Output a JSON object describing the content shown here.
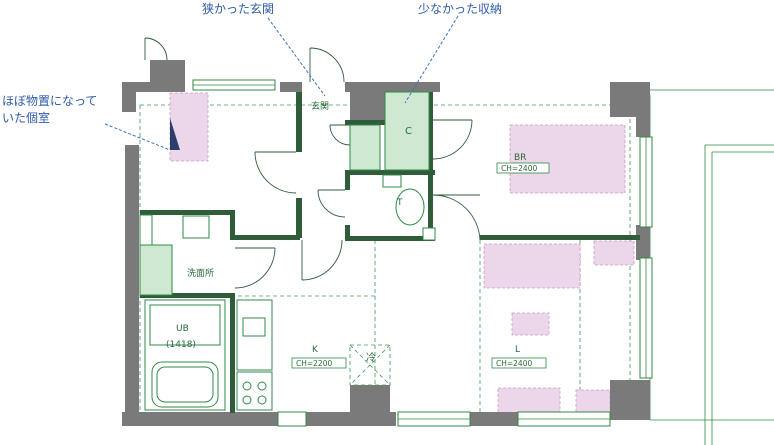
{
  "annotations": {
    "narrow_entrance": "狭かった玄関",
    "small_storage": "少なかった収納",
    "private_room_line1": "ほぼ物置になって",
    "private_room_line2": "いた個室"
  },
  "rooms": {
    "entrance": "玄関",
    "closet": "C",
    "bedroom": "BR",
    "bedroom_ch": "CH=2400",
    "toilet": "T",
    "washroom": "洗面所",
    "bath": "UB",
    "bath_size": "(1418)",
    "kitchen": "K",
    "kitchen_ch": "CH=2200",
    "fridge": "冷",
    "living": "L",
    "living_ch": "CH=2400"
  },
  "colors": {
    "annotation": "#2c5aa8",
    "fixture": "#cfe8d2",
    "furniture": "#ecd6ea",
    "wall": "#7a7a7a"
  }
}
